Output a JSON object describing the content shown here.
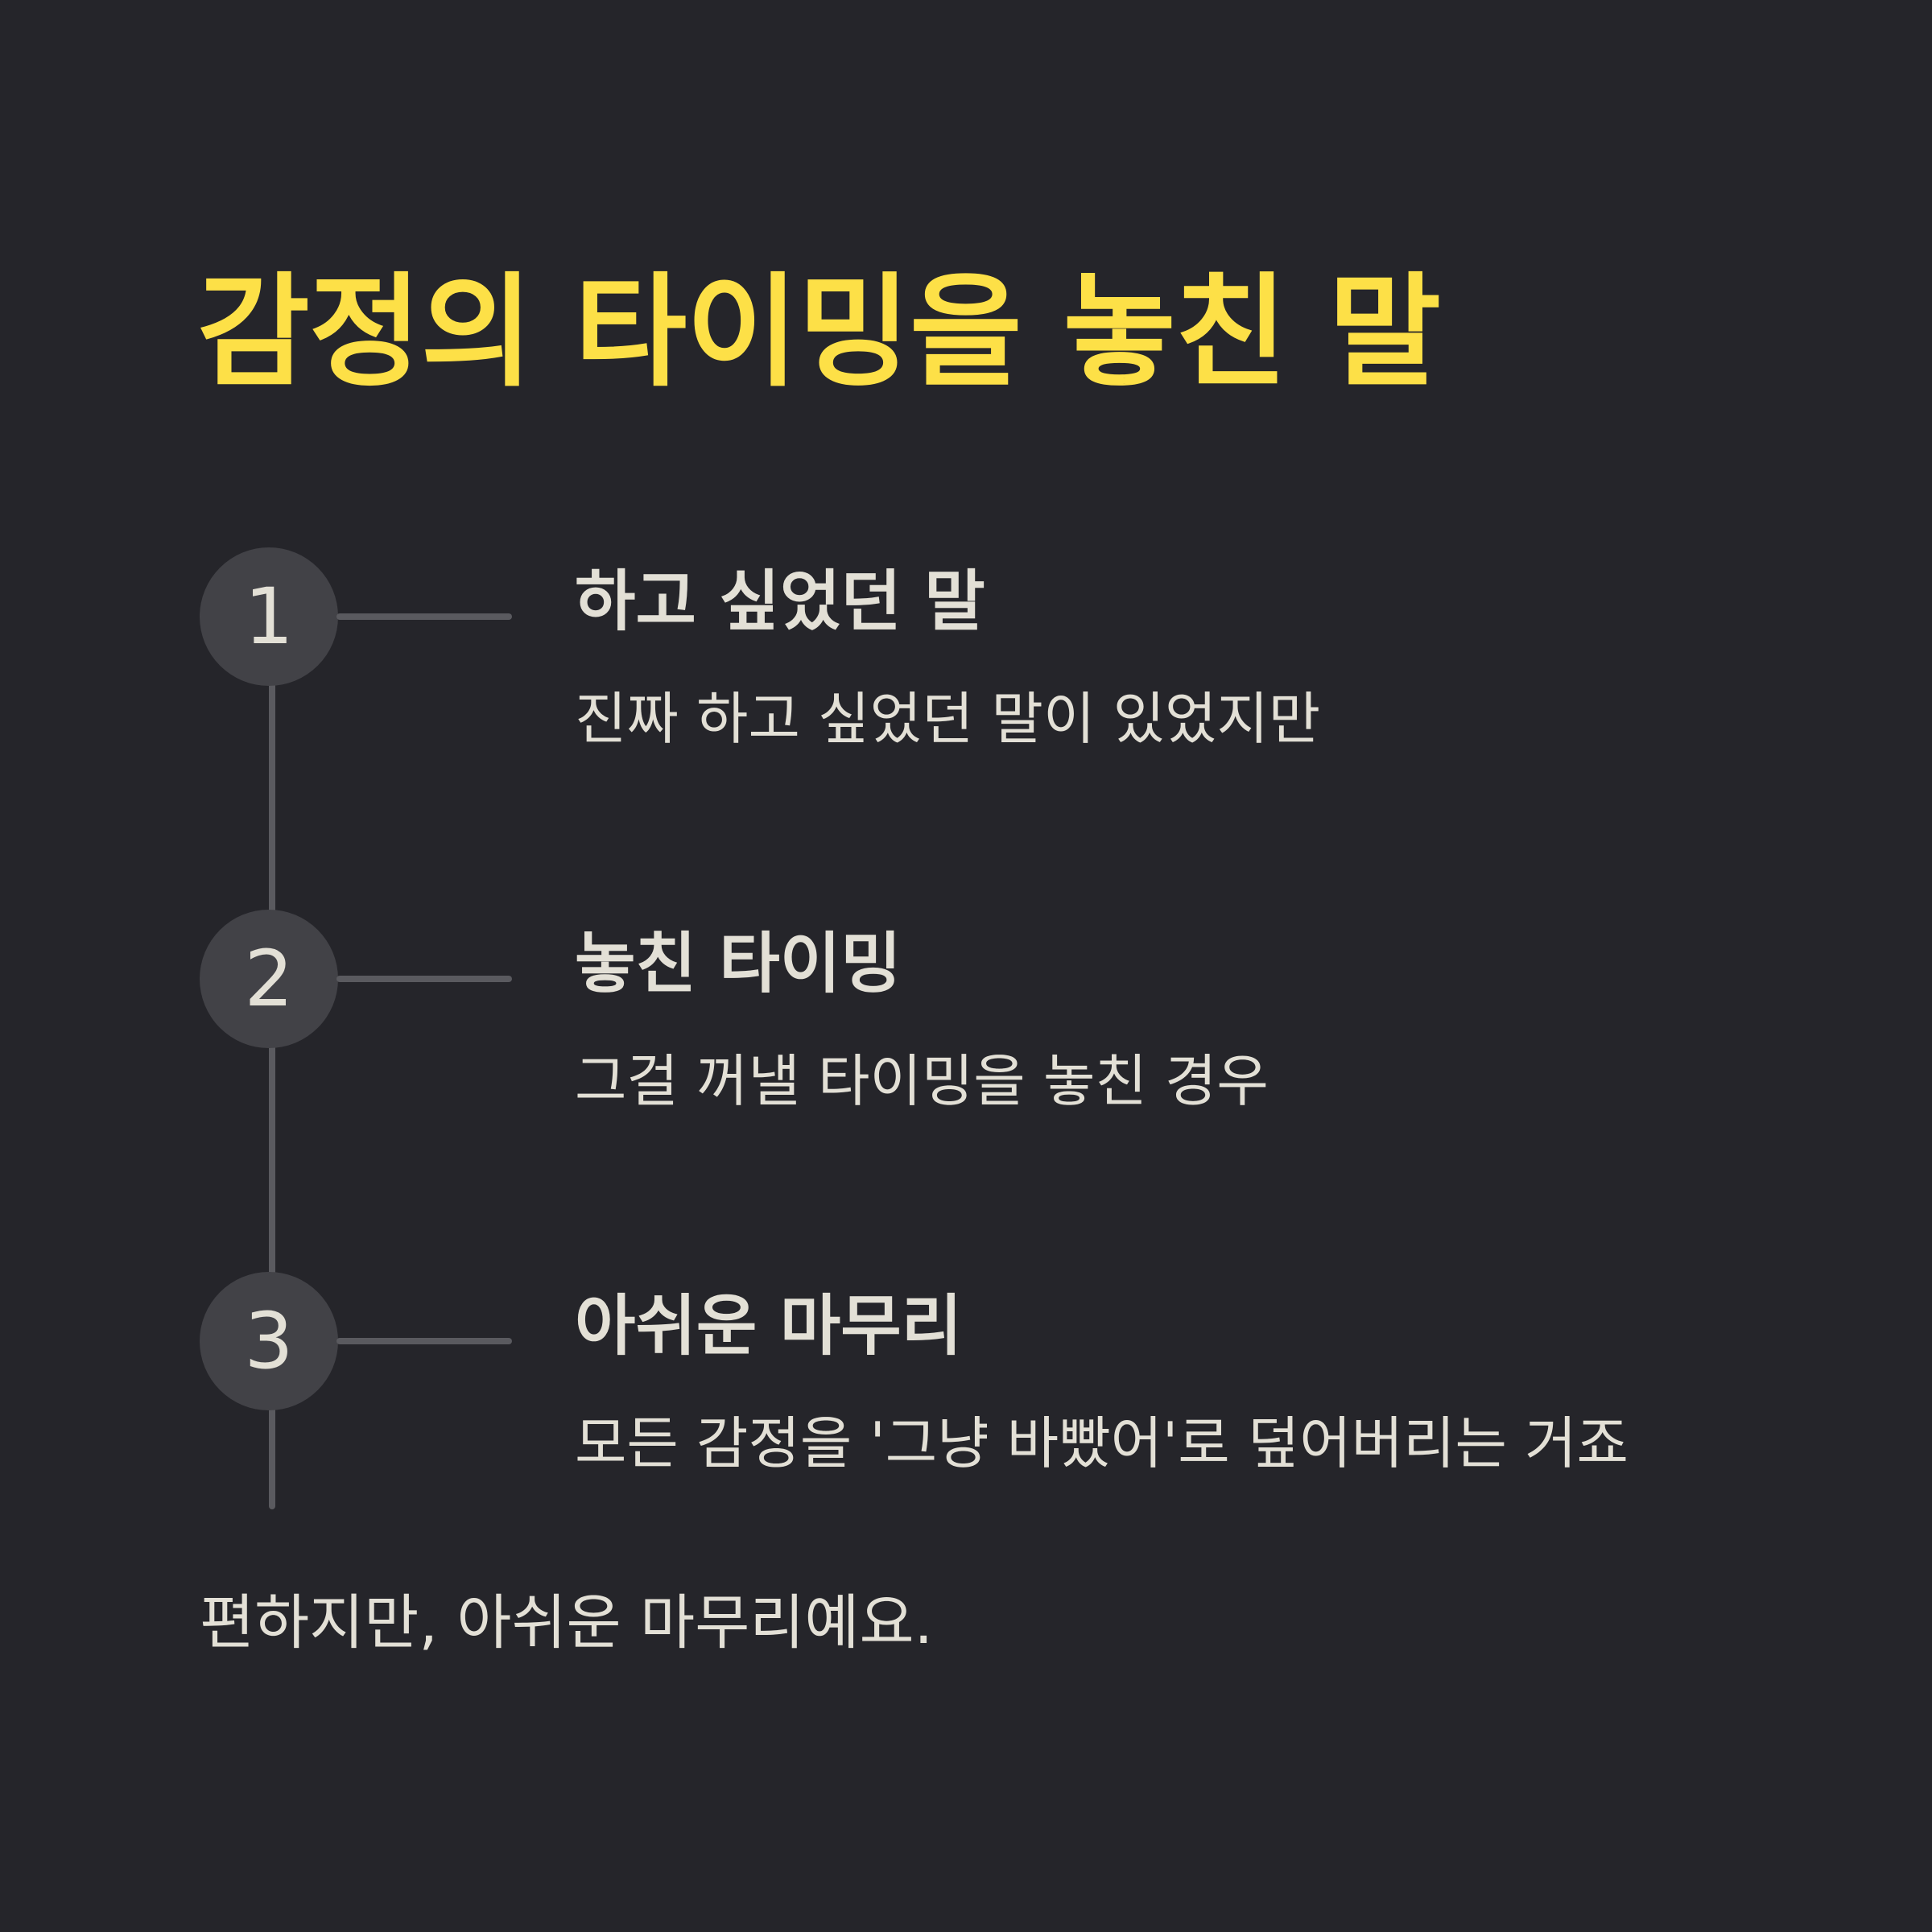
{
  "title": "감정의 타이밍을 놓친 말",
  "steps": [
    {
      "number": "1",
      "heading": "하고 싶었던 말",
      "description": "진짜 하고 싶었던 말이 있었지만"
    },
    {
      "number": "2",
      "heading": "놓친 타이밍",
      "description": "그걸 꺼낼 타이밍을 놓친 경우"
    },
    {
      "number": "3",
      "heading": "아쉬운 마무리",
      "description": "모든 감정을 '그냥 바빴어'로 덮어버리는 거죠"
    }
  ],
  "conclusion": "편하지만, 아쉬운 마무리예요.",
  "colors": {
    "background": "#25252a",
    "title": "#fde047",
    "text": "#e3e0d6",
    "circle": "#424247",
    "line": "#5a5a5f"
  }
}
